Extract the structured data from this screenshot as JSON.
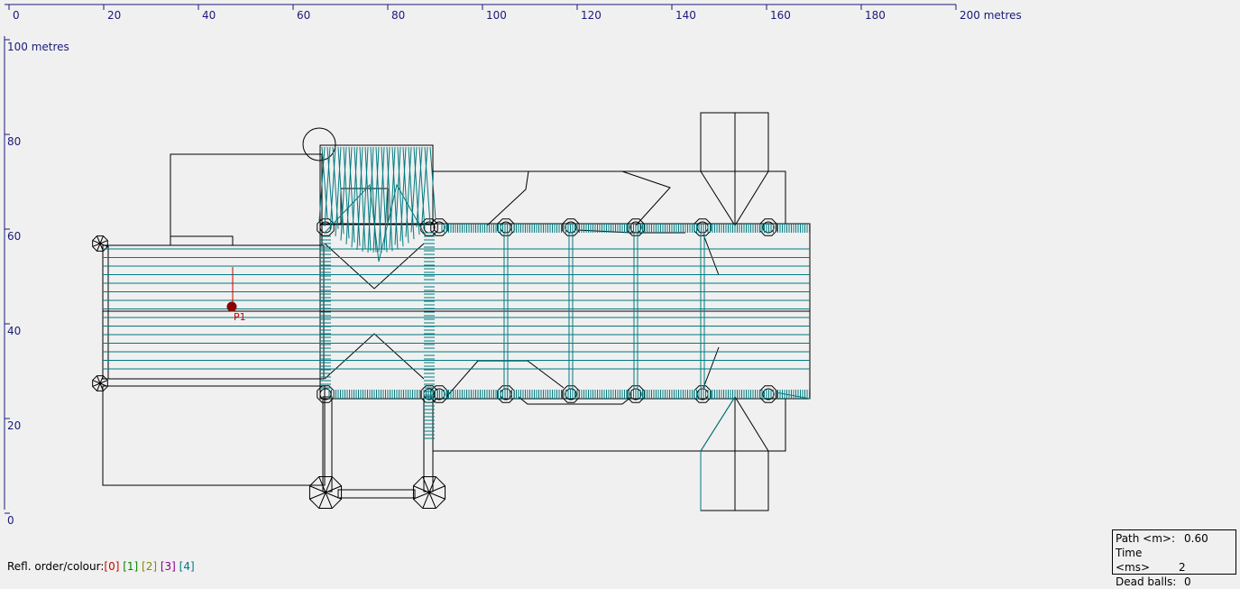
{
  "axes": {
    "x_ticks": [
      "0",
      "20",
      "40",
      "60",
      "80",
      "100",
      "120",
      "140",
      "160",
      "180",
      "200 metres"
    ],
    "y_ticks": [
      "100 metres",
      "80",
      "60",
      "40",
      "20",
      "0"
    ]
  },
  "source": {
    "label": "P1"
  },
  "legend": {
    "prefix": "Refl. order/colour:",
    "items": [
      {
        "label": "[0]",
        "color": "#cc0000"
      },
      {
        "label": "[1]",
        "color": "#008800"
      },
      {
        "label": "[2]",
        "color": "#888800"
      },
      {
        "label": "[3]",
        "color": "#880088"
      },
      {
        "label": "[4]",
        "color": "#007788"
      }
    ]
  },
  "info": {
    "path_label": "Path <m>:",
    "path_value": "0.60",
    "time_label": "Time <ms>",
    "time_value": "2",
    "dead_label": "Dead balls:",
    "dead_value": "0"
  },
  "colors": {
    "axis": "#1a1a7a",
    "plan": "#000000",
    "ray": "#007a80",
    "source": "#8b0000"
  }
}
